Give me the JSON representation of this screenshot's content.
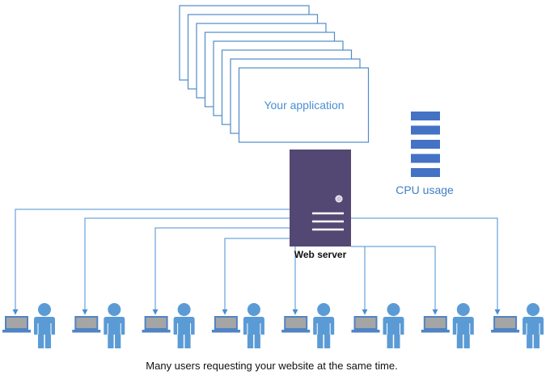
{
  "application": {
    "label": "Your application",
    "stacked_instances": 8
  },
  "cpu": {
    "label": "CPU usage",
    "bars": 5
  },
  "server": {
    "label": "Web server"
  },
  "users": {
    "count": 8
  },
  "caption": "Many users requesting your website at the same time.",
  "colors": {
    "app_border": "#4f8bc9",
    "app_text": "#4a8fd4",
    "server_fill": "#534873",
    "cpu_bar": "#4472c4",
    "connector": "#4a8fd4",
    "person": "#5b9bd5",
    "laptop_frame": "#4f84c4",
    "laptop_screen": "#a5a5a5"
  }
}
